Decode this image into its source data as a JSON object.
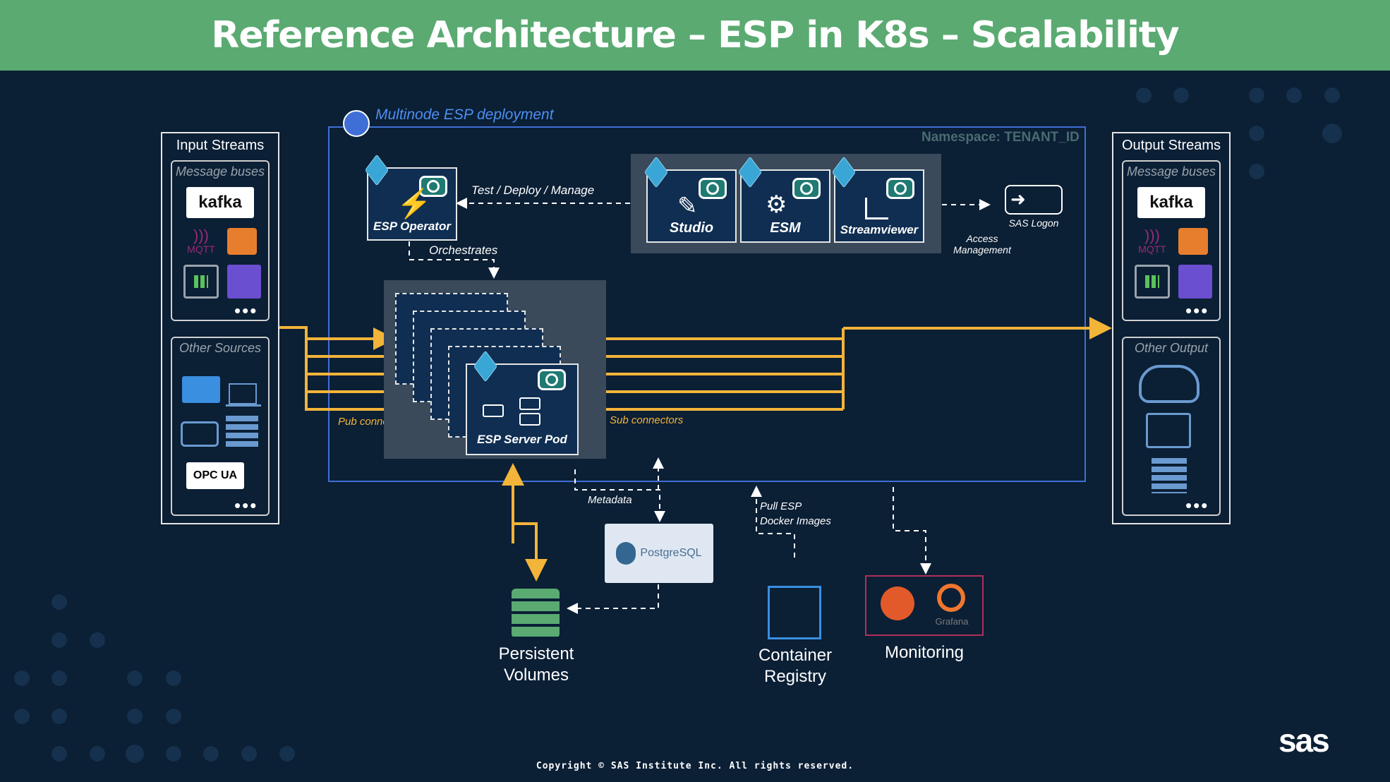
{
  "header": {
    "title": "Reference Architecture – ESP in K8s – Scalability"
  },
  "input": {
    "title": "Input Streams",
    "message_buses_label": "Message buses",
    "other_sources_label": "Other Sources",
    "kafka_label": "kafka",
    "mqtt_label": "MQTT",
    "opcua_label": "OPC UA",
    "more": "•••"
  },
  "output": {
    "title": "Output Streams",
    "message_buses_label": "Message buses",
    "other_output_label": "Other Output",
    "kafka_label": "kafka",
    "mqtt_label": "MQTT",
    "more": "•••"
  },
  "deployment": {
    "title": "Multinode ESP deployment",
    "namespace": "Namespace: TENANT_ID"
  },
  "components": {
    "operator": "ESP Operator",
    "studio": "Studio",
    "esm": "ESM",
    "streamviewer": "Streamviewer",
    "sas_logon": "SAS Logon",
    "server_pod": "ESP Server Pod"
  },
  "annotations": {
    "test_deploy": "Test / Deploy / Manage",
    "orchestrates": "Orchestrates",
    "access_mgmt_1": "Access",
    "access_mgmt_2": "Management",
    "pub_connectors": "Pub connectors",
    "sub_connectors": "Sub connectors",
    "metadata": "Metadata",
    "pull_images_1": "Pull ESP",
    "pull_images_2": "Docker Images"
  },
  "external": {
    "postgres": "PostgreSQL",
    "volumes_1": "Persistent",
    "volumes_2": "Volumes",
    "registry_1": "Container",
    "registry_2": "Registry",
    "monitoring": "Monitoring",
    "grafana": "Grafana"
  },
  "footer": {
    "copyright": "Copyright © SAS Institute Inc. All rights reserved.",
    "logo": "sas"
  },
  "colors": {
    "header_bg": "#5aaa72",
    "background": "#0b1f35",
    "accent_yellow": "#f3b43a",
    "k8s_blue": "#3f6fd6",
    "volumes_green": "#5aaa72"
  }
}
